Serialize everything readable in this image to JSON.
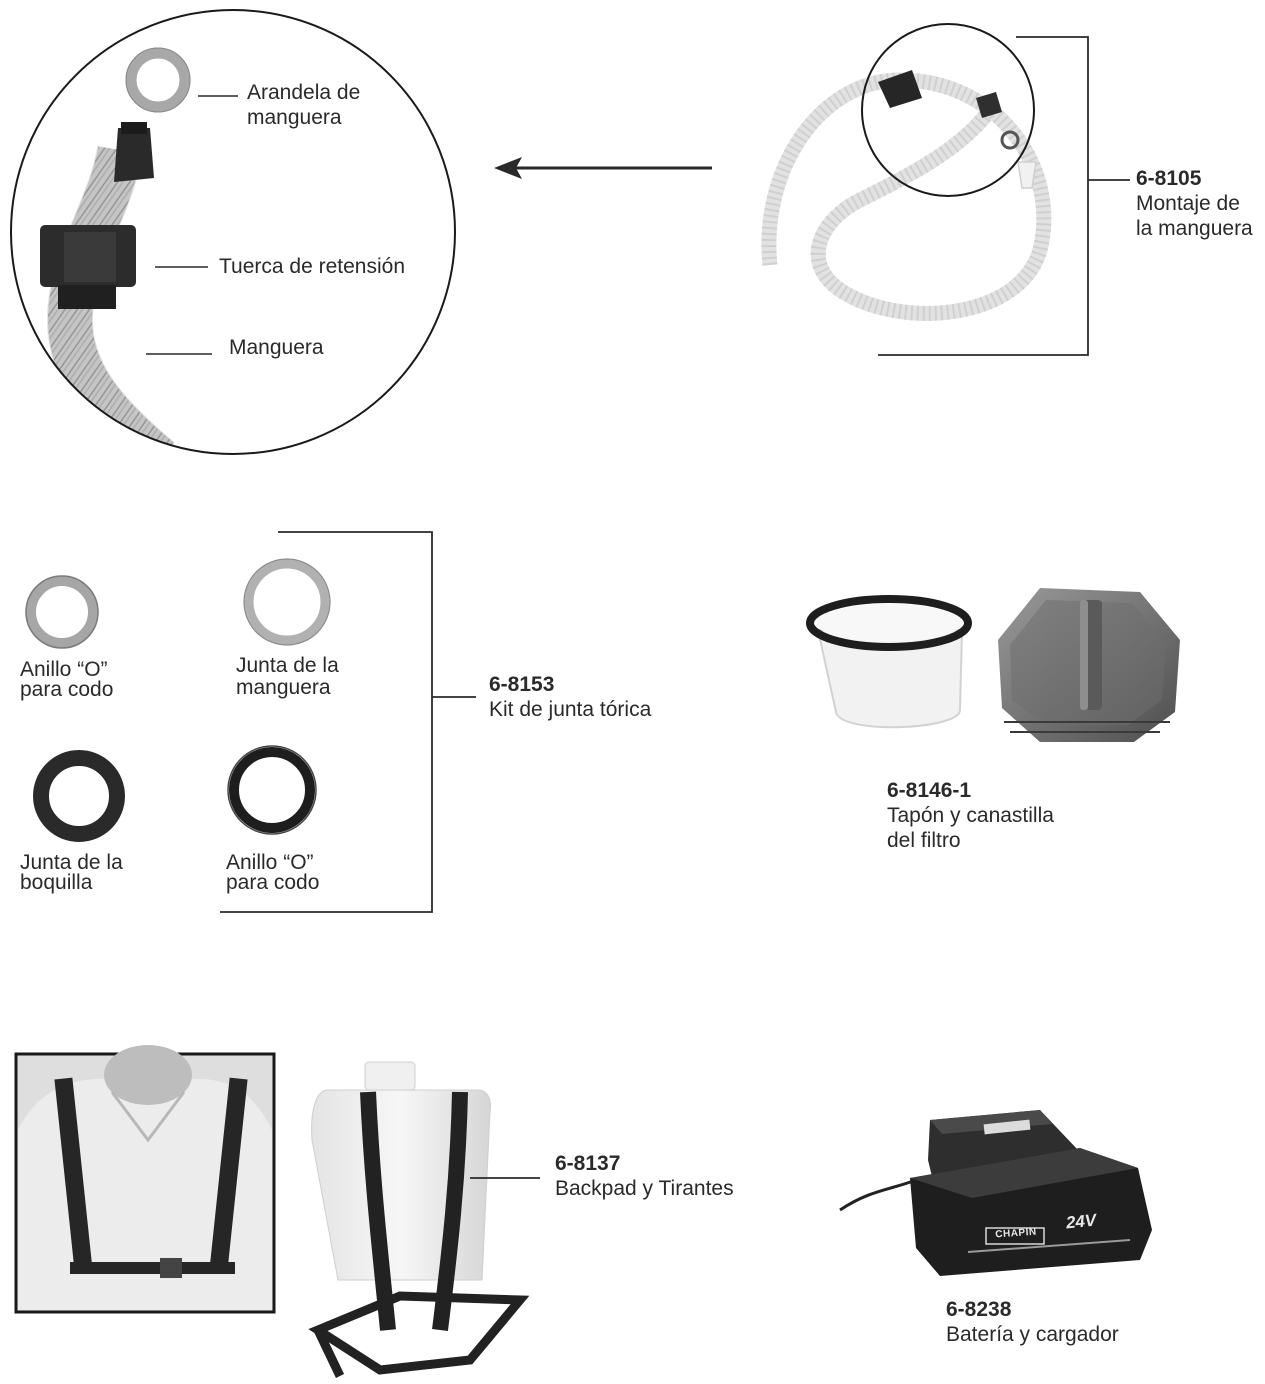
{
  "detail": {
    "washer_label": [
      "Arandela de",
      "manguera"
    ],
    "nut_label": "Tuerca de retensión",
    "hose_label": "Manguera"
  },
  "parts": {
    "hose_assembly": {
      "code": "6-8105",
      "desc": [
        "Montaje de",
        "la manguera"
      ]
    },
    "oring_kit": {
      "code": "6-8153",
      "desc": "Kit de junta tórica"
    },
    "filter": {
      "code": "6-8146-1",
      "desc": [
        "Tapón y canastilla",
        "del filtro"
      ]
    },
    "backpad": {
      "code": "6-8137",
      "desc": "Backpad y Tirantes"
    },
    "battery": {
      "code": "6-8238",
      "desc": "Batería y cargador"
    }
  },
  "rings": {
    "elbow_oring_1": [
      "Anillo “O”",
      "para codo"
    ],
    "hose_gasket": [
      "Junta de la",
      "manguera"
    ],
    "nozzle_gasket": [
      "Junta de la",
      "boquilla"
    ],
    "elbow_oring_2": [
      "Anillo “O”",
      "para codo"
    ]
  },
  "battery_labels": {
    "brand": "CHAPIN",
    "voltage": "24V"
  }
}
